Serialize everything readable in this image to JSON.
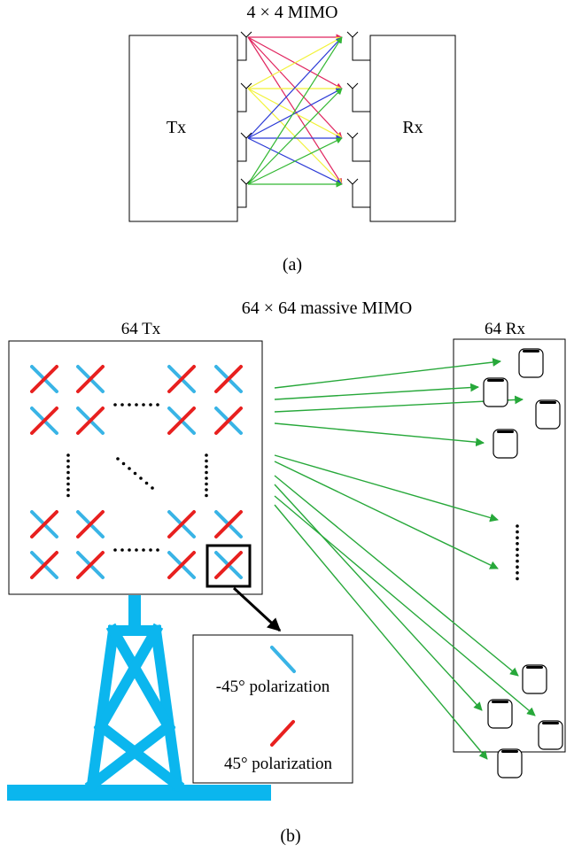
{
  "panel_a": {
    "title": "4 × 4 MIMO",
    "tx_label": "Tx",
    "rx_label": "Rx",
    "caption": "(a)",
    "path_colors": [
      "#e0245e",
      "#f2f23a",
      "#2b3ad6",
      "#33b833"
    ]
  },
  "panel_b": {
    "title": "64 × 64 massive MIMO",
    "tx_label": "64 Tx",
    "rx_label": "64 Rx",
    "caption": "(b)",
    "legend": {
      "minus45": "-45° polarization",
      "plus45": "45° polarization"
    },
    "colors": {
      "minus45": "#39b4e6",
      "plus45": "#e8201f",
      "tower": "#0bb6ee",
      "arrow": "#27a83a"
    }
  }
}
